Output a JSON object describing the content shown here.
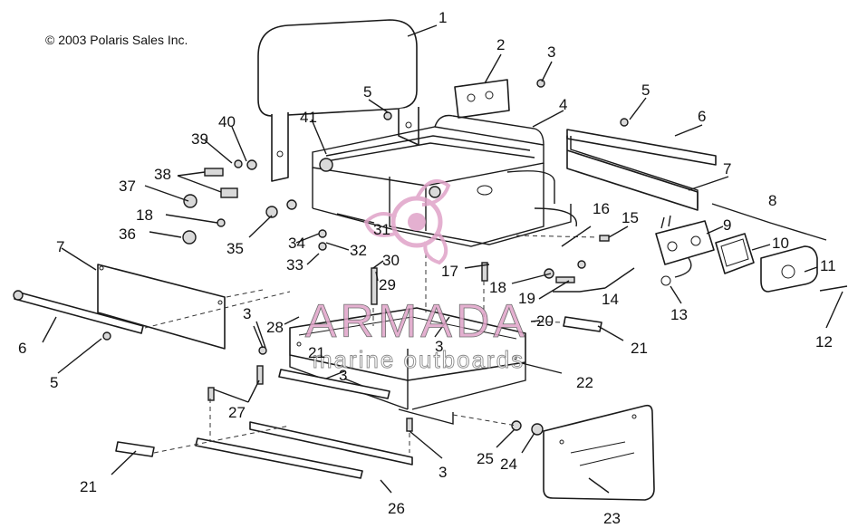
{
  "copyright": "© 2003 Polaris Sales Inc.",
  "watermark": {
    "brand": "ARMADA",
    "tagline": "marine outboards",
    "color": "#e0a3c8"
  },
  "callouts": [
    {
      "id": "c1",
      "text": "1"
    },
    {
      "id": "c2",
      "text": "2"
    },
    {
      "id": "c3a",
      "text": "3"
    },
    {
      "id": "c4",
      "text": "4"
    },
    {
      "id": "c5a",
      "text": "5"
    },
    {
      "id": "c5b",
      "text": "5"
    },
    {
      "id": "c6a",
      "text": "6"
    },
    {
      "id": "c7a",
      "text": "7"
    },
    {
      "id": "c8",
      "text": "8"
    },
    {
      "id": "c9",
      "text": "9"
    },
    {
      "id": "c10",
      "text": "10"
    },
    {
      "id": "c11",
      "text": "11"
    },
    {
      "id": "c12",
      "text": "12"
    },
    {
      "id": "c13",
      "text": "13"
    },
    {
      "id": "c14",
      "text": "14"
    },
    {
      "id": "c15",
      "text": "15"
    },
    {
      "id": "c16",
      "text": "16"
    },
    {
      "id": "c17",
      "text": "17"
    },
    {
      "id": "c18a",
      "text": "18"
    },
    {
      "id": "c18b",
      "text": "18"
    },
    {
      "id": "c19",
      "text": "19"
    },
    {
      "id": "c20",
      "text": "20"
    },
    {
      "id": "c21a",
      "text": "21"
    },
    {
      "id": "c21b",
      "text": "21"
    },
    {
      "id": "c21c",
      "text": "21"
    },
    {
      "id": "c22",
      "text": "22"
    },
    {
      "id": "c3b",
      "text": "3"
    },
    {
      "id": "c3c",
      "text": "3"
    },
    {
      "id": "c3d",
      "text": "3"
    },
    {
      "id": "c3e",
      "text": "3"
    },
    {
      "id": "c23",
      "text": "23"
    },
    {
      "id": "c24",
      "text": "24"
    },
    {
      "id": "c25",
      "text": "25"
    },
    {
      "id": "c26",
      "text": "26"
    },
    {
      "id": "c27",
      "text": "27"
    },
    {
      "id": "c28",
      "text": "28"
    },
    {
      "id": "c29",
      "text": "29"
    },
    {
      "id": "c30",
      "text": "30"
    },
    {
      "id": "c31",
      "text": "31"
    },
    {
      "id": "c32",
      "text": "32"
    },
    {
      "id": "c33",
      "text": "33"
    },
    {
      "id": "c34",
      "text": "34"
    },
    {
      "id": "c35",
      "text": "35"
    },
    {
      "id": "c36",
      "text": "36"
    },
    {
      "id": "c37",
      "text": "37"
    },
    {
      "id": "c38",
      "text": "38"
    },
    {
      "id": "c39",
      "text": "39"
    },
    {
      "id": "c40",
      "text": "40"
    },
    {
      "id": "c41",
      "text": "41"
    },
    {
      "id": "c5c",
      "text": "5"
    },
    {
      "id": "c6b",
      "text": "6"
    },
    {
      "id": "c7b",
      "text": "7"
    }
  ]
}
